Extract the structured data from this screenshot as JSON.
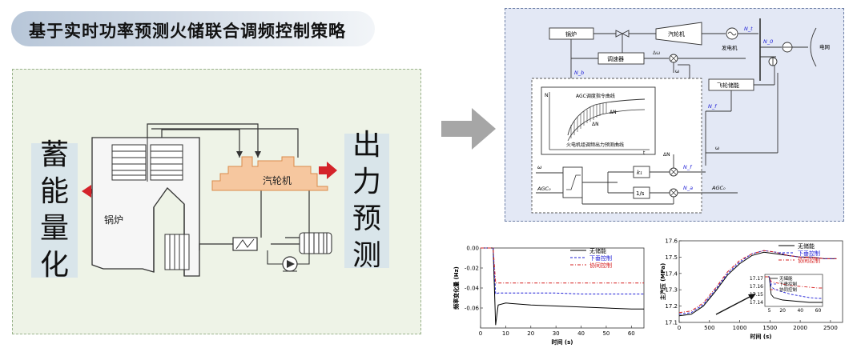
{
  "title": "基于实时功率预测火储联合调频控制策略",
  "left_diagram": {
    "left_label": [
      "蓄",
      "能",
      "量",
      "化"
    ],
    "right_label": [
      "出",
      "力",
      "预",
      "测"
    ],
    "boiler_label": "锅炉",
    "turbine_label": "汽轮机"
  },
  "block_diagram": {
    "boiler": "锅炉",
    "turbine": "汽轮机",
    "generator": "发电机",
    "speed_governor": "调速器",
    "flywheel": "飞轮储能",
    "grid": "电网",
    "delta_omega": "Δω",
    "n_t": "N_t",
    "n_f": "N_f",
    "n_0": "N_0",
    "n_b": "N_b",
    "n_a": "N_a",
    "k1": "k₁",
    "inv_s": "1/s",
    "omega": "ω",
    "agc0": "AGC₀",
    "delta_n": "ΔN",
    "inset_agc_curve": "AGC调度指令曲线",
    "inset_thermal_curve": "火电机组调频出力预测曲线",
    "inset_delta_n": "ΔN",
    "inset_y": "N",
    "inset_x": "t"
  },
  "chart_data": [
    {
      "type": "line",
      "title": "",
      "xlabel": "时间 (s)",
      "ylabel": "频率变化量 (Hz)",
      "xlim": [
        0,
        65
      ],
      "ylim": [
        -0.08,
        0.0
      ],
      "xticks": [
        "0",
        "10",
        "20",
        "30",
        "40",
        "50",
        "60"
      ],
      "yticks": [
        "0.00",
        "-0.02",
        "-0.04",
        "-0.06"
      ],
      "legend_position": "top-right",
      "series": [
        {
          "name": "无储能",
          "color": "#000000",
          "dash": "solid",
          "x": [
            0,
            5,
            6,
            7,
            10,
            20,
            30,
            40,
            50,
            60,
            65
          ],
          "y": [
            0,
            0,
            -0.077,
            -0.057,
            -0.055,
            -0.057,
            -0.058,
            -0.059,
            -0.06,
            -0.061,
            -0.061
          ]
        },
        {
          "name": "下垂控制",
          "color": "#1f1fd6",
          "dash": "dashed",
          "x": [
            0,
            5,
            6,
            7,
            10,
            20,
            30,
            40,
            50,
            60,
            65
          ],
          "y": [
            0,
            0,
            -0.046,
            -0.045,
            -0.045,
            -0.045,
            -0.045,
            -0.046,
            -0.046,
            -0.046,
            -0.046
          ]
        },
        {
          "name": "协同控制",
          "color": "#d62020",
          "dash": "dashdot",
          "x": [
            0,
            5,
            6,
            7,
            10,
            20,
            30,
            40,
            50,
            60,
            65
          ],
          "y": [
            0,
            0,
            -0.035,
            -0.035,
            -0.035,
            -0.035,
            -0.035,
            -0.035,
            -0.035,
            -0.035,
            -0.035
          ]
        }
      ]
    },
    {
      "type": "line",
      "title": "",
      "xlabel": "时间 (s)",
      "ylabel": "主汽压 (MPa)",
      "xlim": [
        0,
        2700
      ],
      "ylim": [
        17.1,
        17.6
      ],
      "xticks": [
        "0",
        "500",
        "1000",
        "1500",
        "2000",
        "2500"
      ],
      "yticks": [
        "17.1",
        "17.2",
        "17.3",
        "17.4",
        "17.5",
        "17.6"
      ],
      "legend_position": "top-right",
      "series": [
        {
          "name": "无储能",
          "color": "#000000",
          "dash": "solid",
          "x": [
            0,
            200,
            400,
            600,
            800,
            1000,
            1200,
            1400,
            1600,
            1800,
            2000,
            2200,
            2400,
            2600
          ],
          "y": [
            17.14,
            17.15,
            17.2,
            17.29,
            17.39,
            17.46,
            17.51,
            17.53,
            17.52,
            17.51,
            17.5,
            17.5,
            17.49,
            17.49
          ]
        },
        {
          "name": "下垂控制",
          "color": "#1f1fd6",
          "dash": "dashed",
          "x": [
            0,
            200,
            400,
            600,
            800,
            1000,
            1200,
            1400,
            1600,
            1800,
            2000,
            2200,
            2400,
            2600
          ],
          "y": [
            17.15,
            17.16,
            17.21,
            17.3,
            17.4,
            17.47,
            17.52,
            17.54,
            17.53,
            17.51,
            17.5,
            17.5,
            17.49,
            17.49
          ]
        },
        {
          "name": "协同控制",
          "color": "#d62020",
          "dash": "dashdot",
          "x": [
            0,
            200,
            400,
            600,
            800,
            1000,
            1200,
            1400,
            1600,
            1800,
            2000,
            2200,
            2400,
            2600
          ],
          "y": [
            17.16,
            17.17,
            17.22,
            17.31,
            17.41,
            17.48,
            17.52,
            17.54,
            17.53,
            17.51,
            17.5,
            17.5,
            17.49,
            17.49
          ]
        }
      ],
      "inset": {
        "xlim": [
          0,
          65
        ],
        "ylim": [
          17.135,
          17.175
        ],
        "xticks": [
          "5",
          "20",
          "40",
          "60"
        ],
        "yticks": [
          "17.17",
          "17.16",
          "17.15",
          "17.14"
        ],
        "legend": [
          "无储能",
          "下垂控制",
          "协同控制"
        ],
        "series": [
          {
            "color": "#000000",
            "dash": "solid",
            "x": [
              0,
              5,
              7,
              10,
              20,
              30,
              40,
              50,
              60,
              65
            ],
            "y": [
              17.172,
              17.172,
              17.15,
              17.146,
              17.143,
              17.142,
              17.141,
              17.14,
              17.14,
              17.14
            ]
          },
          {
            "color": "#1f1fd6",
            "dash": "dashed",
            "x": [
              0,
              5,
              7,
              10,
              20,
              30,
              40,
              50,
              60,
              65
            ],
            "y": [
              17.172,
              17.172,
              17.16,
              17.157,
              17.153,
              17.15,
              17.148,
              17.146,
              17.145,
              17.145
            ]
          },
          {
            "color": "#d62020",
            "dash": "dashdot",
            "x": [
              0,
              5,
              7,
              10,
              20,
              30,
              40,
              50,
              60,
              65
            ],
            "y": [
              17.172,
              17.172,
              17.166,
              17.165,
              17.163,
              17.161,
              17.16,
              17.159,
              17.158,
              17.158
            ]
          }
        ]
      }
    }
  ]
}
